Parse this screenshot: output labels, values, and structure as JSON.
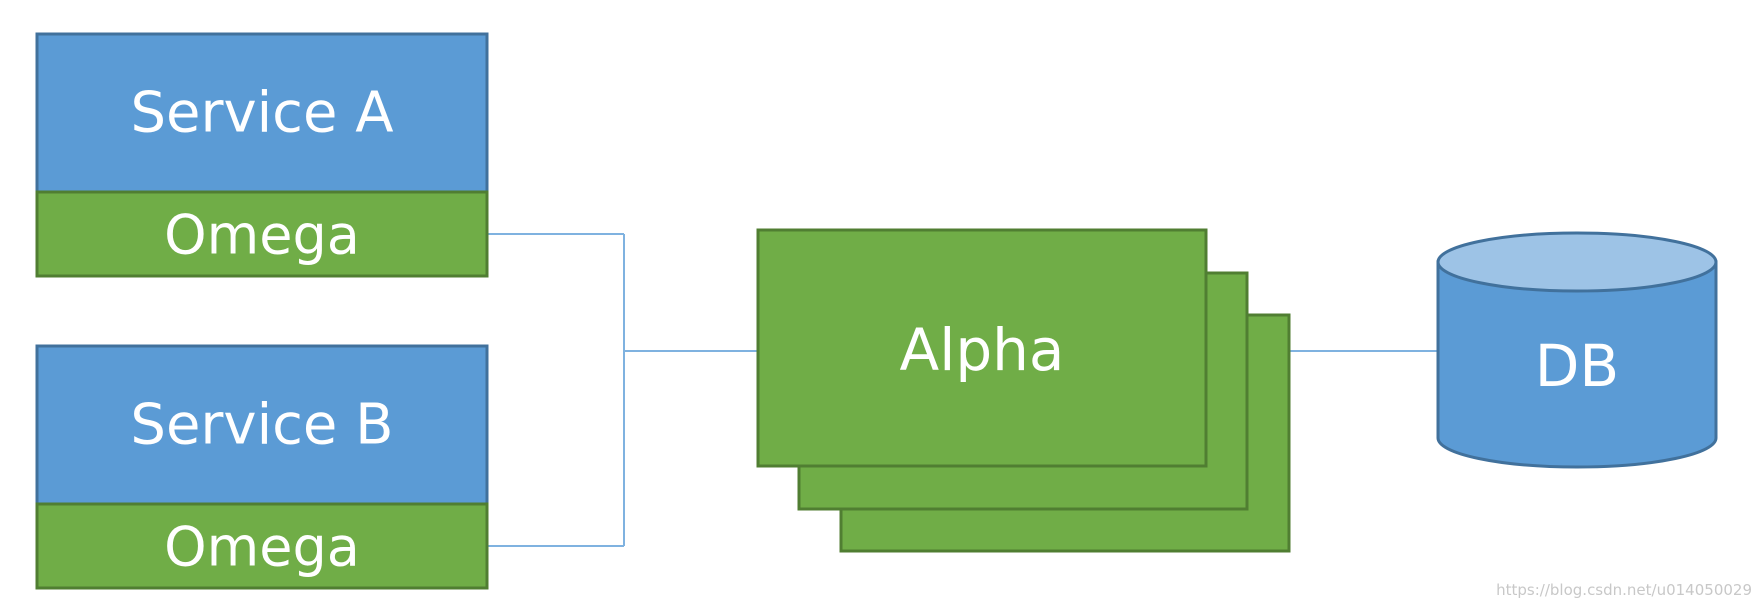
{
  "colors": {
    "service_fill": "#5b9bd5",
    "service_stroke": "#41719c",
    "omega_fill": "#70ad47",
    "omega_stroke": "#507e32",
    "db_top_fill": "#9dc3e6",
    "connector": "#7fb2e0",
    "label": "#ffffff"
  },
  "services": [
    {
      "name": "Service A",
      "agent": "Omega"
    },
    {
      "name": "Service B",
      "agent": "Omega"
    }
  ],
  "alpha": {
    "label": "Alpha"
  },
  "database": {
    "label": "DB"
  },
  "watermark": {
    "text": "https://blog.csdn.net/u014050029"
  }
}
